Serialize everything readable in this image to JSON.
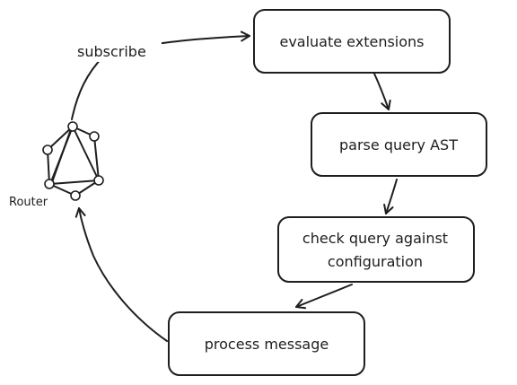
{
  "diagram": {
    "router": {
      "label": "Router",
      "icon": "graphql-icon"
    },
    "edges": {
      "subscribe": "subscribe"
    },
    "steps": [
      {
        "lines": [
          "evaluate extensions"
        ]
      },
      {
        "lines": [
          "parse query AST"
        ]
      },
      {
        "lines": [
          "check query against",
          "configuration"
        ]
      },
      {
        "lines": [
          "process message"
        ]
      }
    ]
  },
  "colors": {
    "stroke": "#1e1e1e",
    "background": "#ffffff"
  }
}
